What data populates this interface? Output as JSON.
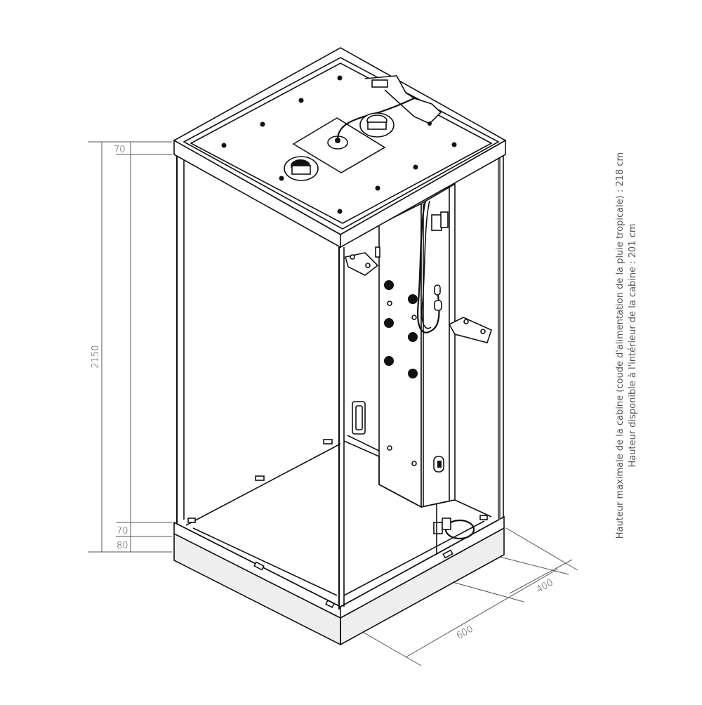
{
  "diagram": {
    "subject": "Shower cabin technical drawing (isometric view)",
    "height_dimensions": {
      "total": "2150",
      "top_frame": "70",
      "base_rim": "70",
      "base_plinth": "80"
    },
    "floor_dimensions": {
      "width": "600",
      "depth": "400"
    },
    "notes": {
      "max_height": "Hauteur maximale de la cabine (coude d'alimentation de la pluie tropicale) : 218 cm",
      "inner_height": "Hauteur disponible à l'intérieur de la cabine : 201 cm"
    },
    "components": [
      "roof-panel",
      "rain-shower-head",
      "ventilation-fan-left",
      "ventilation-fan-right",
      "roof-led-lights",
      "hydromassage-column",
      "body-jets",
      "hand-shower-hose",
      "corner-shelf-left",
      "corner-shelf-right",
      "door-handle",
      "shower-tray",
      "drain",
      "glass-panels"
    ],
    "colors": {
      "line": "#111111",
      "dimension_line": "#555555",
      "plinth_fill": "#eeeeee",
      "background": "#ffffff"
    }
  }
}
